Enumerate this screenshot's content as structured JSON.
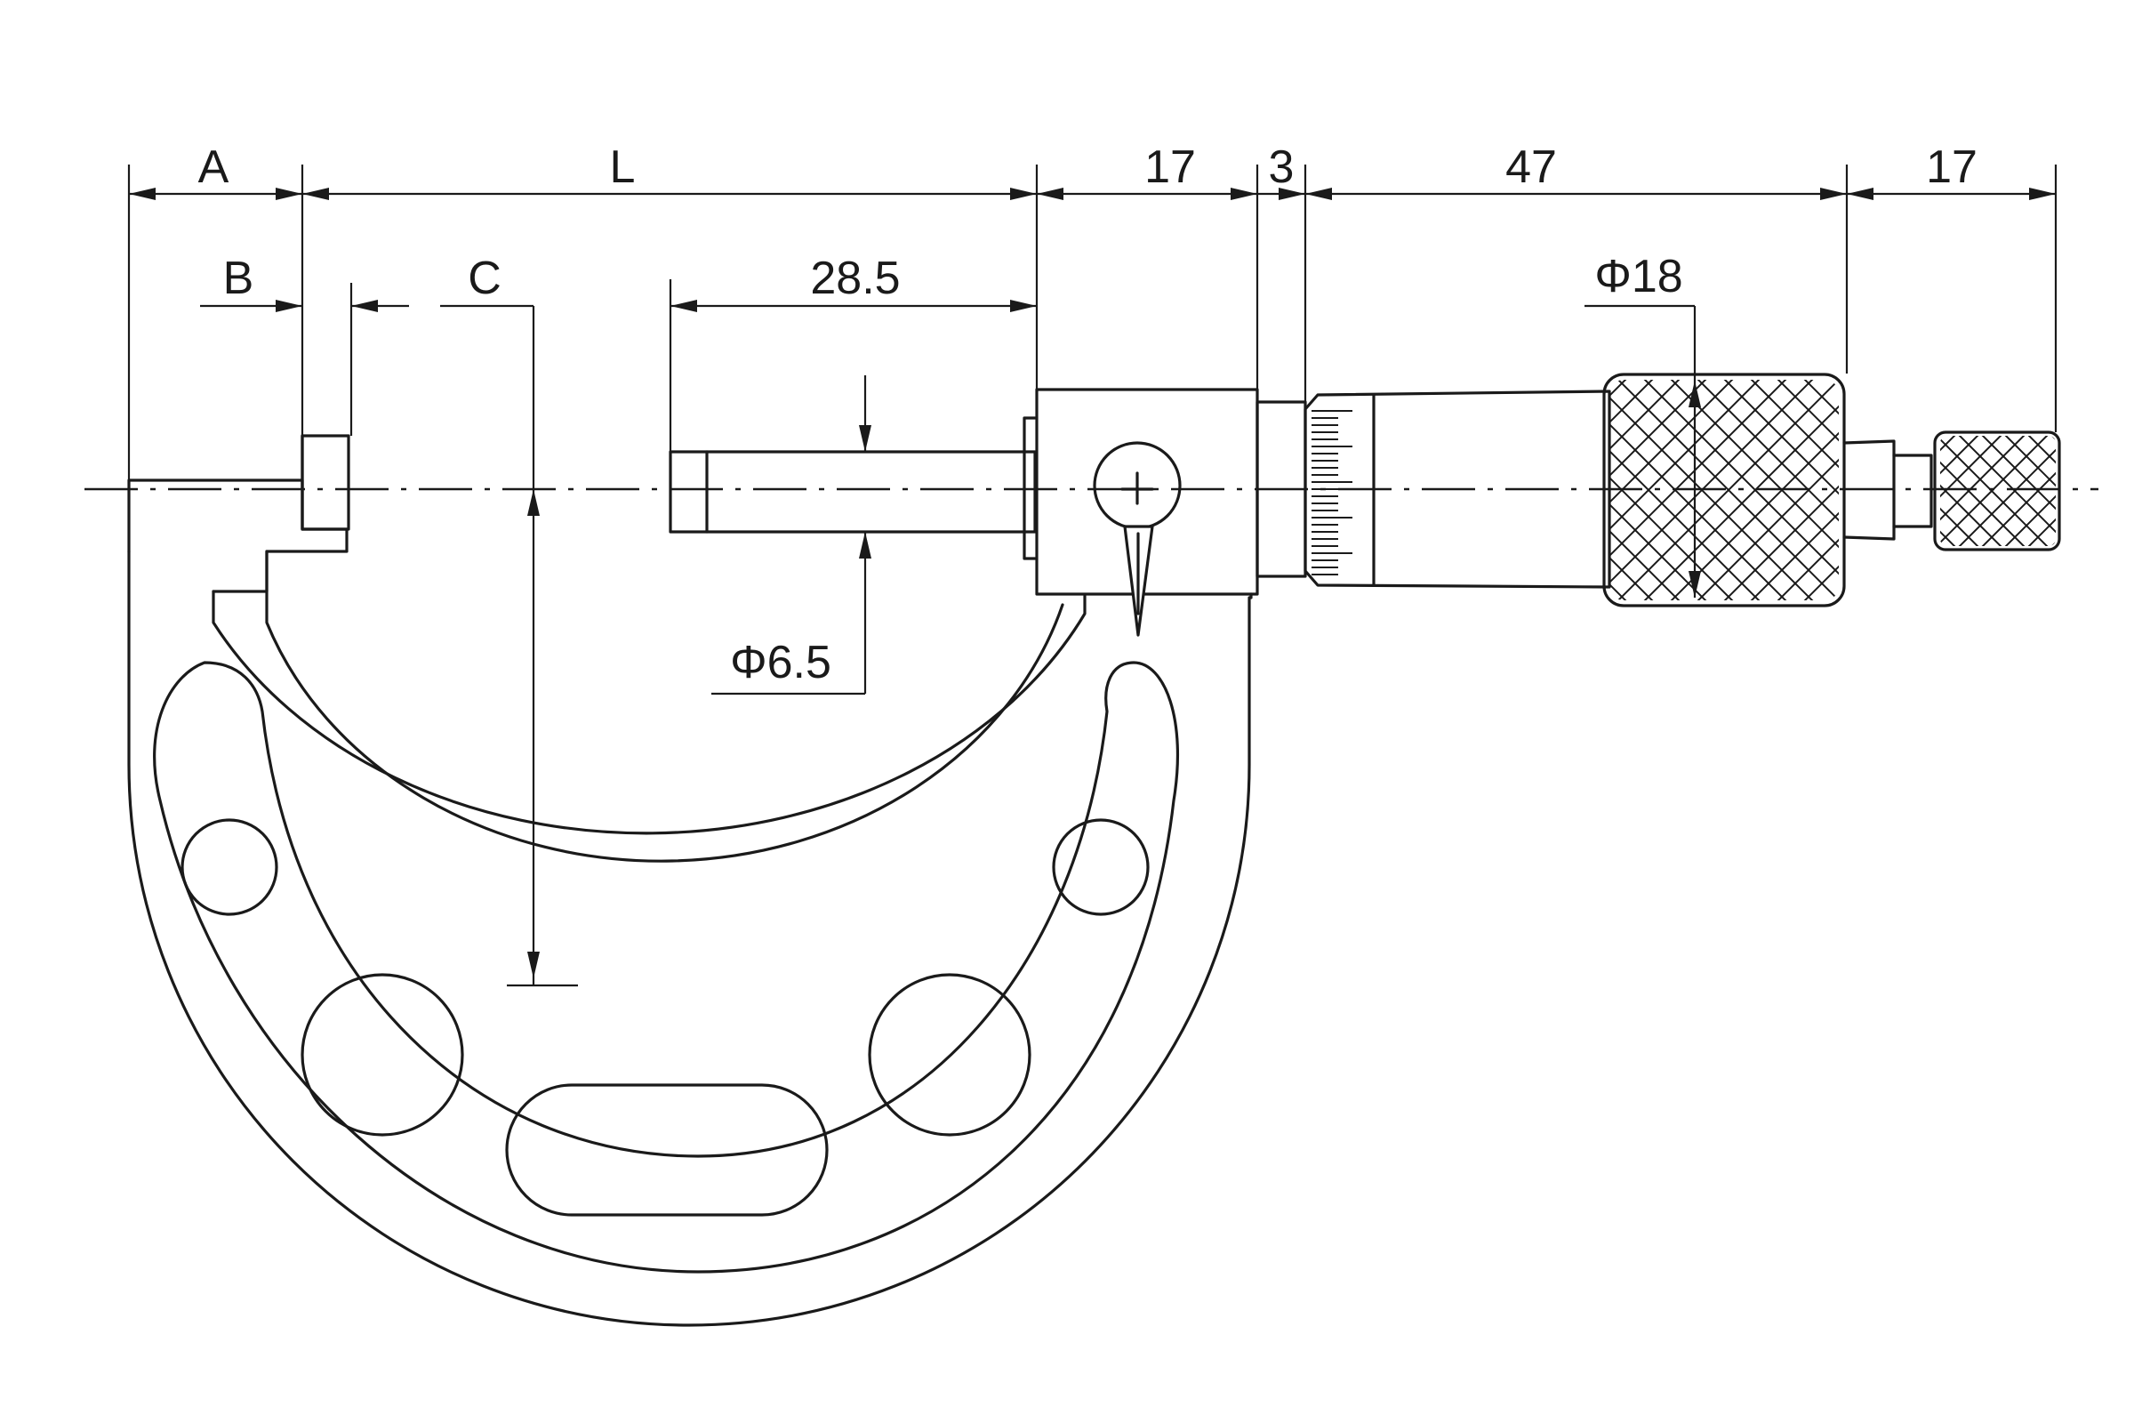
{
  "diagram": {
    "labels": {
      "A": "A",
      "B": "B",
      "C": "C",
      "L": "L",
      "d17_frame": "17",
      "d3": "3",
      "d47": "47",
      "d17_ratchet": "17",
      "d28_5": "28.5",
      "phi18": "Φ18",
      "phi6_5": "Φ6.5"
    },
    "colors": {
      "line": "#1a1a1a",
      "background": "#ffffff"
    }
  }
}
